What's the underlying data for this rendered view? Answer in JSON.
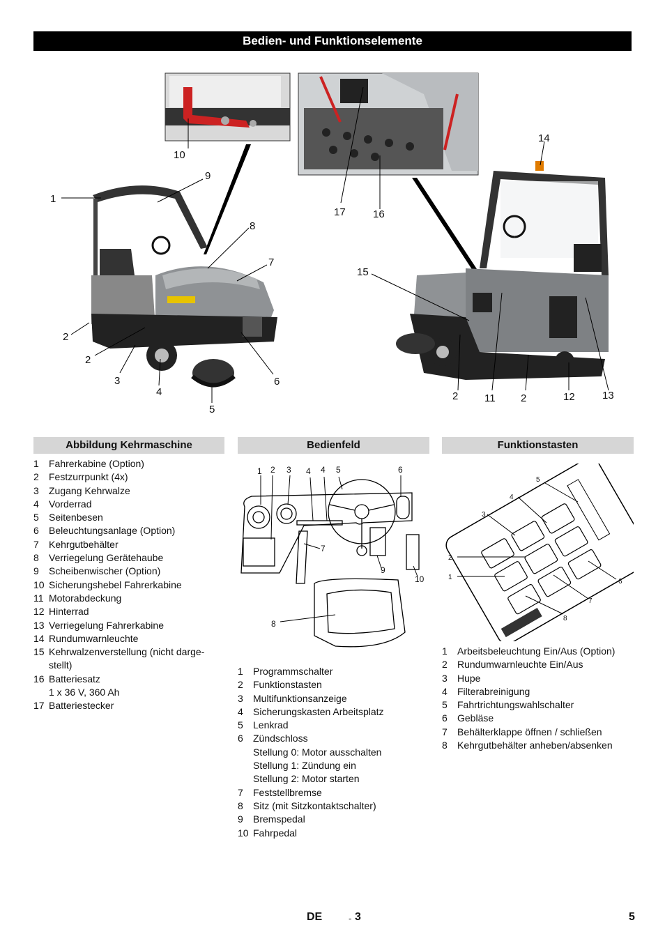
{
  "header": {
    "title": "Bedien- und Funktionselemente"
  },
  "figure_main": {
    "callouts": [
      "1",
      "2",
      "2",
      "3",
      "4",
      "5",
      "6",
      "7",
      "8",
      "9",
      "10",
      "17",
      "16",
      "15",
      "14",
      "2",
      "11",
      "2",
      "12",
      "13"
    ]
  },
  "sections": {
    "kehrmaschine": {
      "heading": "Abbildung Kehrmaschine",
      "items": [
        {
          "n": "1",
          "t": "Fahrerkabine (Option)"
        },
        {
          "n": "2",
          "t": "Festzurrpunkt (4x)"
        },
        {
          "n": "3",
          "t": "Zugang Kehrwalze"
        },
        {
          "n": "4",
          "t": "Vorderrad"
        },
        {
          "n": "5",
          "t": "Seitenbesen"
        },
        {
          "n": "6",
          "t": "Beleuchtungsanlage (Option)"
        },
        {
          "n": "7",
          "t": "Kehrgutbehälter"
        },
        {
          "n": "8",
          "t": "Verriegelung Gerätehaube"
        },
        {
          "n": "9",
          "t": "Scheibenwischer (Option)"
        },
        {
          "n": "10",
          "t": "Sicherungshebel Fahrerkabine"
        },
        {
          "n": "11",
          "t": "Motorabdeckung"
        },
        {
          "n": "12",
          "t": "Hinterrad"
        },
        {
          "n": "13",
          "t": "Verriegelung Fahrerkabine"
        },
        {
          "n": "14",
          "t": "Rundumwarnleuchte"
        },
        {
          "n": "15",
          "t": "Kehrwalzenverstellung (nicht darge-"
        },
        {
          "n": "",
          "t": "stellt)"
        },
        {
          "n": "16",
          "t": "Batteriesatz"
        },
        {
          "n": "",
          "t": "1 x 36 V, 360 Ah"
        },
        {
          "n": "17",
          "t": "Batteriestecker"
        }
      ]
    },
    "bedienfeld": {
      "heading": "Bedienfeld",
      "callouts": [
        "1",
        "2",
        "3",
        "4",
        "4",
        "5",
        "6",
        "7",
        "8",
        "9",
        "10"
      ],
      "items": [
        {
          "n": "1",
          "t": "Programmschalter"
        },
        {
          "n": "2",
          "t": "Funktionstasten"
        },
        {
          "n": "3",
          "t": "Multifunktionsanzeige"
        },
        {
          "n": "4",
          "t": "Sicherungskasten Arbeitsplatz"
        },
        {
          "n": "5",
          "t": "Lenkrad"
        },
        {
          "n": "6",
          "t": "Zündschloss"
        },
        {
          "n": "",
          "t": "Stellung 0: Motor ausschalten"
        },
        {
          "n": "",
          "t": "Stellung 1: Zündung ein"
        },
        {
          "n": "",
          "t": "Stellung 2: Motor starten"
        },
        {
          "n": "7",
          "t": "Feststellbremse"
        },
        {
          "n": "8",
          "t": "Sitz (mit Sitzkontaktschalter)"
        },
        {
          "n": "9",
          "t": "Bremspedal"
        },
        {
          "n": "10",
          "t": "Fahrpedal"
        }
      ]
    },
    "funktionstasten": {
      "heading": "Funktionstasten",
      "callouts": [
        "5",
        "4",
        "3",
        "2",
        "1",
        "6",
        "7",
        "8"
      ],
      "items": [
        {
          "n": "1",
          "t": "Arbeitsbeleuchtung Ein/Aus (Option)"
        },
        {
          "n": "2",
          "t": "Rundumwarnleuchte Ein/Aus"
        },
        {
          "n": "3",
          "t": "Hupe"
        },
        {
          "n": "4",
          "t": "Filterabreinigung"
        },
        {
          "n": "5",
          "t": "Fahrtrichtungswahlschalter"
        },
        {
          "n": "6",
          "t": "Gebläse"
        },
        {
          "n": "7",
          "t": "Behälterklappe öffnen / schließen"
        },
        {
          "n": "8",
          "t": "Kehrgutbehälter anheben/absenken"
        }
      ]
    }
  },
  "footer": {
    "lang": "DE",
    "sep": "-",
    "sub": "3",
    "page": "5"
  },
  "colors": {
    "accent_red": "#cc2222",
    "machine_grey": "#8a8d90",
    "beacon": "#e07b00"
  }
}
